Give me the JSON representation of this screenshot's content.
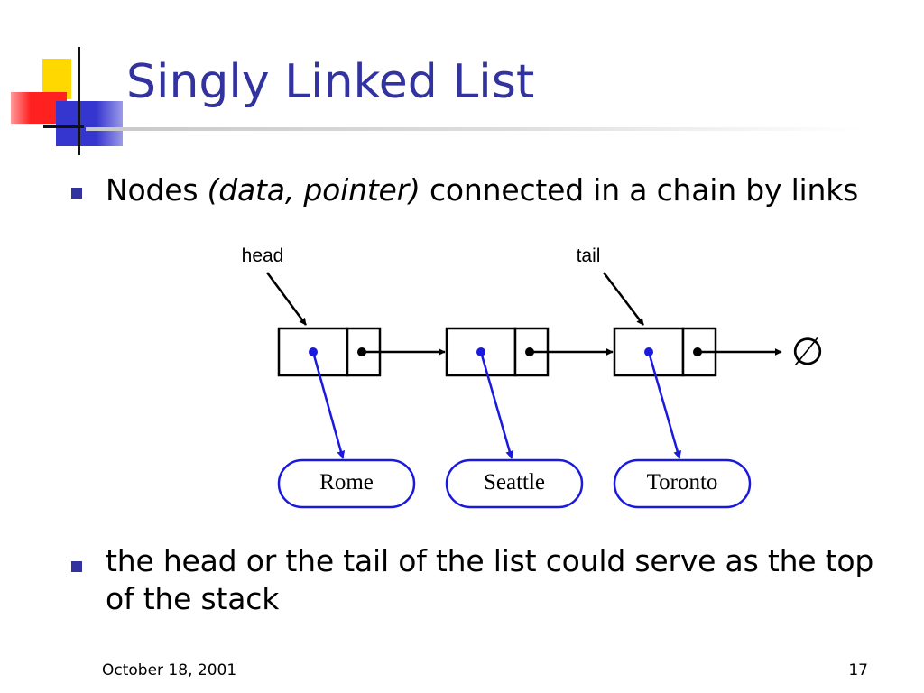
{
  "slide": {
    "title": "Singly Linked List",
    "colors": {
      "title": "#33339f",
      "bullet": "#33339f",
      "pointer_blue": "#1a1adf",
      "logo_yellow": "#ffd800",
      "logo_red": "#ff2020",
      "logo_blue": "#3535cf"
    }
  },
  "bullets": [
    {
      "text_before": "Nodes ",
      "text_italic": "(data, pointer)",
      "text_after": " connected in a chain by links"
    },
    {
      "text": "the head or the tail of the list could serve as the top of the stack"
    }
  ],
  "diagram": {
    "head_label": "head",
    "tail_label": "tail",
    "null_symbol": "∅",
    "elements": [
      "Rome",
      "Seattle",
      "Toronto"
    ]
  },
  "footer": {
    "date": "October 18, 2001",
    "page": "17"
  }
}
